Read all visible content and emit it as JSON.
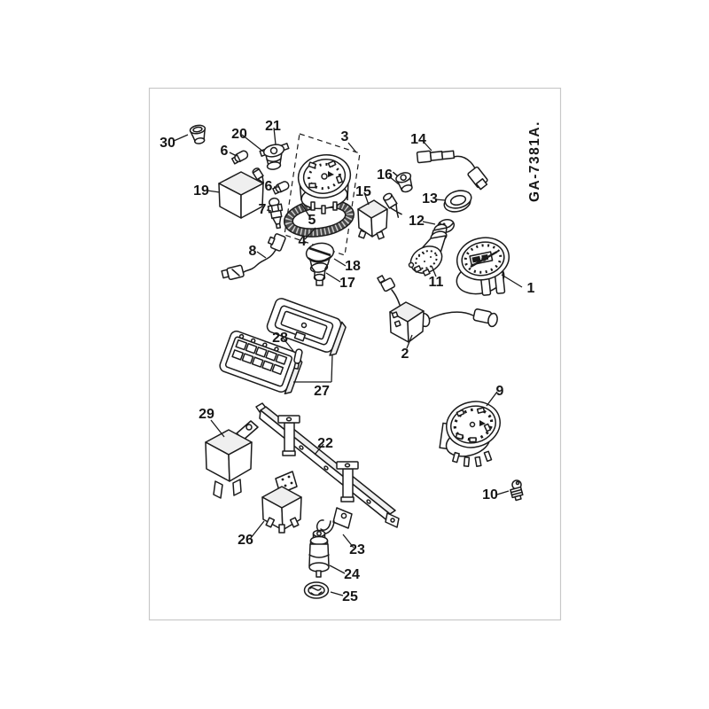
{
  "figure": {
    "code_label": "GA-7381A."
  },
  "callouts": {
    "c1": "1",
    "c2": "2",
    "c3": "3",
    "c4": "4",
    "c5": "5",
    "c6a": "6",
    "c6b": "6",
    "c7": "7",
    "c8": "8",
    "c9": "9",
    "c10": "10",
    "c11": "11",
    "c12": "12",
    "c13": "13",
    "c14": "14",
    "c15": "15",
    "c16": "16",
    "c17": "17",
    "c18": "18",
    "c19": "19",
    "c20": "20",
    "c21": "21",
    "c22": "22",
    "c23": "23",
    "c24": "24",
    "c25": "25",
    "c26": "26",
    "c27": "27",
    "c28": "28",
    "c29": "29",
    "c30": "30"
  }
}
